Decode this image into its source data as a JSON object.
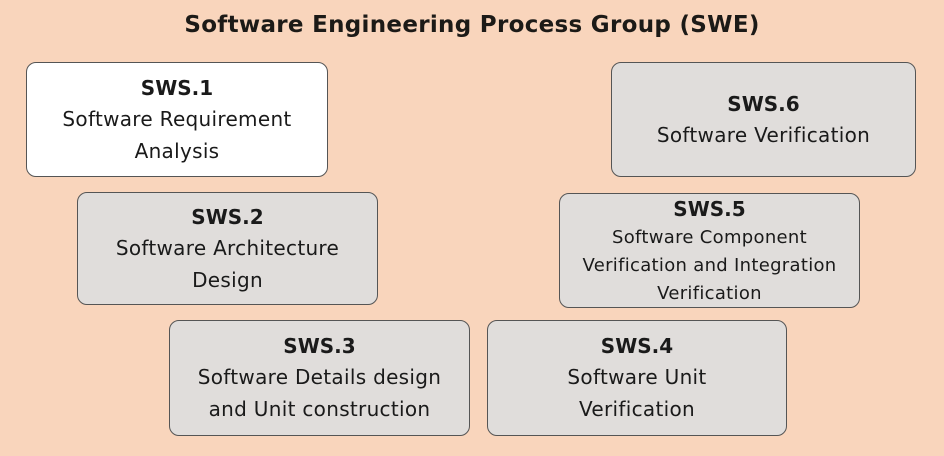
{
  "title": "Software Engineering Process Group (SWE)",
  "boxes": [
    {
      "code": "SWS.1",
      "lines": [
        "Software Requirement",
        "Analysis"
      ]
    },
    {
      "code": "SWS.2",
      "lines": [
        "Software Architecture",
        "Design"
      ]
    },
    {
      "code": "SWS.3",
      "lines": [
        "Software Details design",
        "and Unit construction"
      ]
    },
    {
      "code": "SWS.4",
      "lines": [
        "Software Unit",
        "Verification"
      ]
    },
    {
      "code": "SWS.5",
      "lines": [
        "Software Component",
        "Verification and Integration",
        "Verification"
      ]
    },
    {
      "code": "SWS.6",
      "lines": [
        "Software Verification"
      ]
    }
  ],
  "colors": {
    "background": "#f9d5bc",
    "highlight_box": "#ffffff",
    "box": "#e0dddb",
    "border": "#555555"
  }
}
